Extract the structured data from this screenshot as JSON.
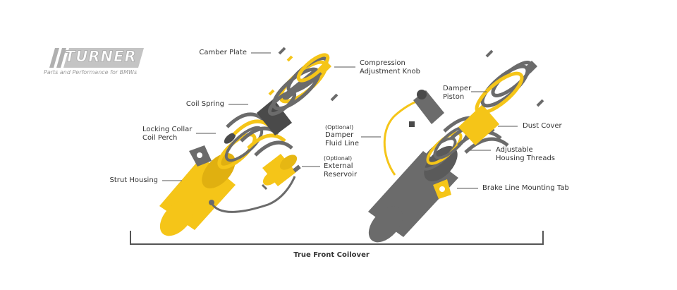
{
  "brand": {
    "name": "TURNER",
    "tagline": "Parts and Performance for BMWs"
  },
  "colors": {
    "yellow": "#f5c518",
    "gray": "#6b6b6b",
    "dark_gray": "#4a4a4a",
    "text": "#333333",
    "bracket": "#555555"
  },
  "left_labels": {
    "camber_plate": "Camber Plate",
    "compression_1": "Compression",
    "compression_2": "Adjustment Knob",
    "coil_spring": "Coil Spring",
    "locking_1": "Locking Collar",
    "locking_2": "Coil Perch",
    "strut_housing": "Strut Housing",
    "reservoir_opt": "(Optional)",
    "reservoir_1": "External",
    "reservoir_2": "Reservoir"
  },
  "right_labels": {
    "damper_piston_1": "Damper",
    "damper_piston_2": "Piston",
    "fluid_opt": "(Optional)",
    "fluid_1": "Damper",
    "fluid_2": "Fluid Line",
    "dust_cover": "Dust Cover",
    "adjustable_1": "Adjustable",
    "adjustable_2": "Housing Threads",
    "brake_tab": "Brake Line Mounting Tab"
  },
  "caption": "True Front Coilover"
}
